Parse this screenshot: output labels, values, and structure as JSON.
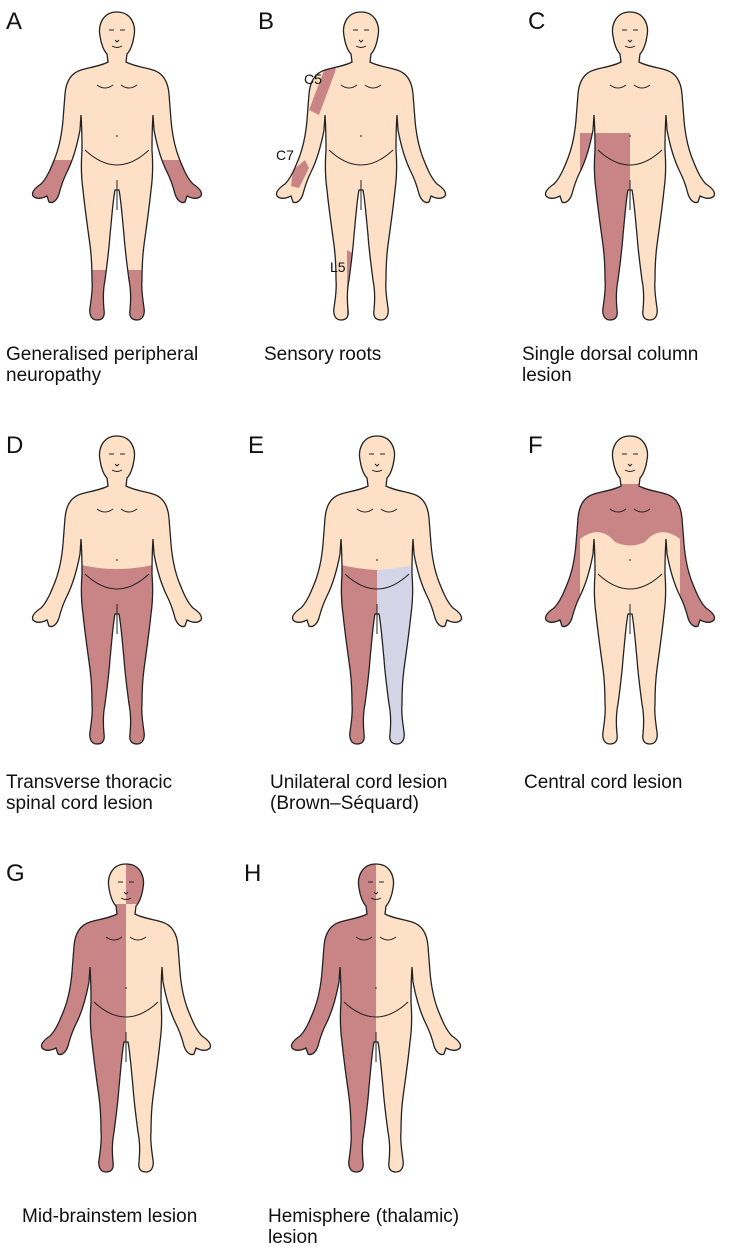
{
  "colors": {
    "skin": "#fde0c5",
    "affected": "#c98585",
    "contralateral": "#d4d6e8",
    "outline": "#222222"
  },
  "panels": [
    {
      "letter": "A",
      "caption": "Generalised peripheral\nneuropathy",
      "pattern": "glove-stocking"
    },
    {
      "letter": "B",
      "caption": "Sensory roots",
      "pattern": "dermatomes",
      "roots": [
        "C5",
        "C7",
        "L5"
      ]
    },
    {
      "letter": "C",
      "caption": "Single dorsal column\nlesion",
      "pattern": "ipsilateral-below-waist"
    },
    {
      "letter": "D",
      "caption": "Transverse thoracic\nspinal cord lesion",
      "pattern": "bilateral-below-level"
    },
    {
      "letter": "E",
      "caption": "Unilateral cord lesion\n(Brown–Séquard)",
      "pattern": "brown-sequard"
    },
    {
      "letter": "F",
      "caption": "Central cord lesion",
      "pattern": "cape"
    },
    {
      "letter": "G",
      "caption": "Mid-brainstem lesion",
      "pattern": "crossed"
    },
    {
      "letter": "H",
      "caption": "Hemisphere (thalamic)\nlesion",
      "pattern": "hemibody"
    }
  ]
}
